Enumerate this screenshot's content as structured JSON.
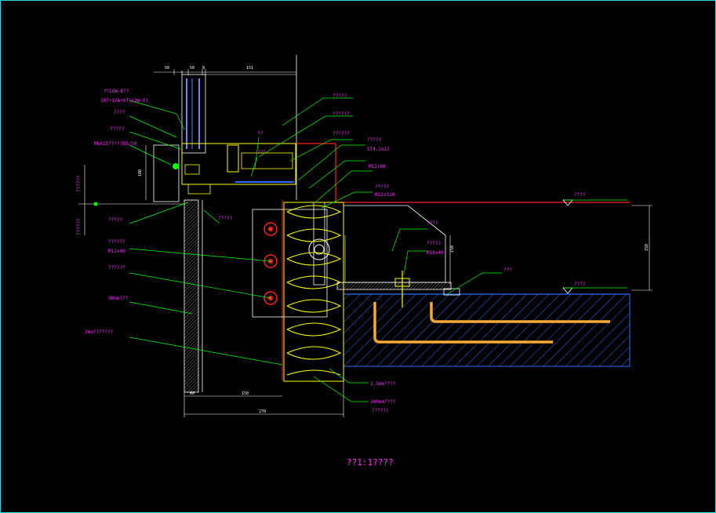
{
  "title": "??1:1????",
  "colors": {
    "background": "#000000",
    "frame": "#2fd3e6",
    "leader": "#00ff00",
    "text": "#ff2bff",
    "dimension": "#ffffff",
    "insulation": "#ffff00",
    "flashing": "#ff2020",
    "concrete_hatch": "#2a6cff",
    "glass": "#5b8cff"
  },
  "dimensions": {
    "top_a": "50",
    "top_b": "50",
    "top_c": "8",
    "top_d": "151",
    "left_a": "100",
    "left_b": "??????",
    "left_c": "??????",
    "bottom_a": "60",
    "bottom_b": "150",
    "bottom_total": "270",
    "right_vertical": "150",
    "plate_height": "150"
  },
  "labels": {
    "glass_type": "??LOW-E??",
    "glass_spec": "10T+12A+6T(LOW-E)",
    "profile_a": "????",
    "profile_b": "?????",
    "bolt_spec": "M6X15?????B5/50",
    "frame_label": "??????",
    "hardware_a": "??",
    "hardware_b": "???",
    "bracket": "?????",
    "right_1": "?????",
    "right_2": "??????",
    "right_3": "??????",
    "right_4": "?????",
    "screw": "ST4.2x15",
    "bolt_m12": "M12x80",
    "right_5": "?????",
    "bolt_m22": "M22x310",
    "level_top": "????",
    "plate": "????",
    "plate_sub": "?????",
    "bolt_m16": "M16x40",
    "embed": "???",
    "level_bottom": "????",
    "left_bolt": "?????",
    "left_bolt_spec": "M12x40",
    "left_block": "??????",
    "left_30mm": "30mm???",
    "left_3mm": "3mm???????",
    "bottom_1": "1.5mm????",
    "bottom_2": "100mm????",
    "bottom_3": "(????)",
    "mid_label_a": "???",
    "mid_label_b": "????"
  }
}
